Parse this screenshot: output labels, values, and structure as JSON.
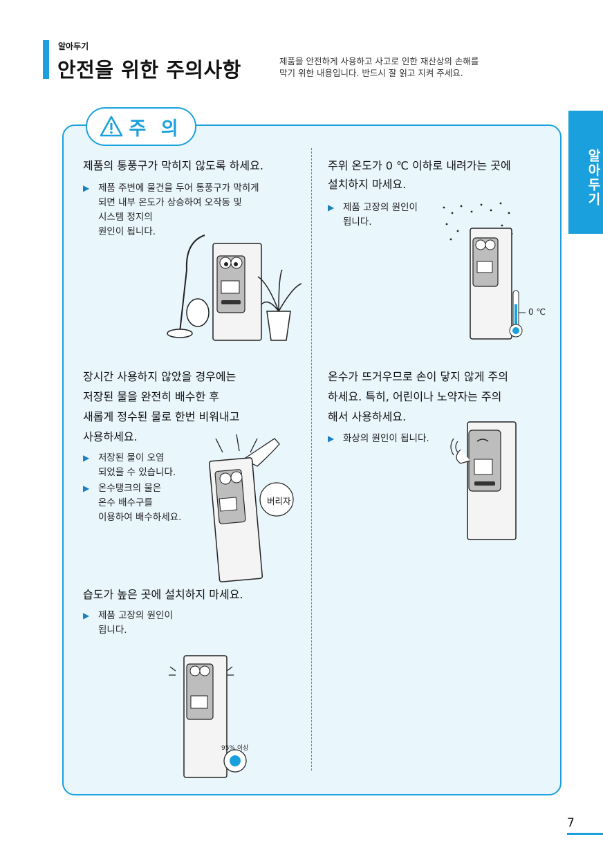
{
  "header": {
    "small_label": "알아두기",
    "title": "안전을 위한 주의사항",
    "desc_line1": "제품을 안전하게 사용하고 사고로 인한 재산상의 손해를",
    "desc_line2": "막기 위한 내용입니다. 반드시 잘 읽고 지켜 주세요."
  },
  "side_tab": {
    "label": "알아두기"
  },
  "caution": {
    "label": "주 의"
  },
  "sections": {
    "vent": {
      "title": "제품의 통풍구가 막히지 않도록 하세요.",
      "bullet_lines": [
        "제품 주변에 물건을 두어 통풍구가 막히게",
        "되면 내부 온도가 상승하여 오작동 및",
        "시스템 정지의",
        "원인이 됩니다."
      ]
    },
    "temperature": {
      "title_line1": "주위 온도가 0 ℃ 이하로 내려가는 곳에",
      "title_line2": "설치하지 마세요.",
      "bullet_lines": [
        "제품 고장의 원인이",
        "됩니다."
      ],
      "thermo_label": "0 ℃"
    },
    "drain": {
      "title_lines": [
        "장시간 사용하지 않았을 경우에는",
        "저장된 물을 완전히 배수한 후",
        "새롭게 정수된 물로 한번 비워내고",
        "사용하세요."
      ],
      "bullet1_lines": [
        "저장된 물이 오염",
        "되었을 수 있습니다."
      ],
      "bullet2_lines": [
        "온수탱크의 물은",
        "온수 배수구를",
        "이용하여 배수하세요."
      ],
      "bubble_label": "버리자"
    },
    "hot_water": {
      "title_lines": [
        "온수가 뜨거우므로 손이 닿지 않게 주의",
        "하세요. 특히, 어린이나 노약자는 주의",
        "해서 사용하세요."
      ],
      "bullet_lines": [
        "화상의 원인이 됩니다."
      ]
    },
    "humidity": {
      "title": "습도가 높은 곳에 설치하지 마세요.",
      "bullet_lines": [
        "제품 고장의 원인이",
        "됩니다."
      ],
      "gauge_label": "95% 이상"
    }
  },
  "page": {
    "number": "7"
  },
  "colors": {
    "accent": "#1aa0dc",
    "panel_bg": "#e9f6fc"
  }
}
